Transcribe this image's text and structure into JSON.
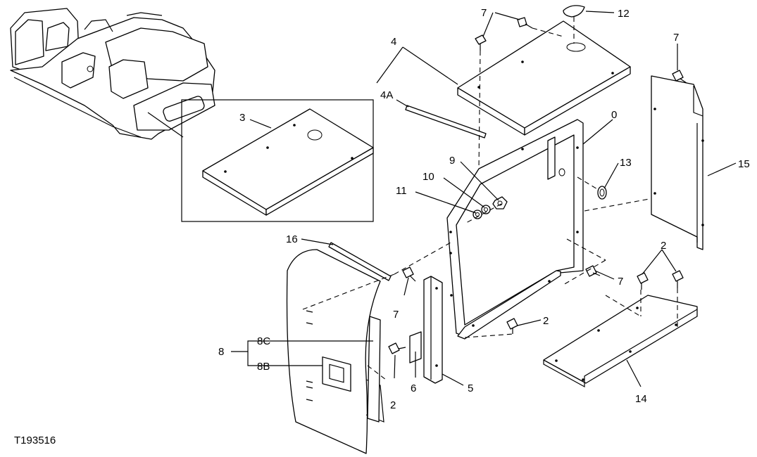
{
  "figure_id": "T193516",
  "callouts": {
    "c0": "0",
    "c2a": "2",
    "c2b": "2",
    "c2c": "2",
    "c3": "3",
    "c4": "4",
    "c4a": "4A",
    "c5": "5",
    "c6": "6",
    "c7a": "7",
    "c7b": "7",
    "c7c": "7",
    "c7d": "7",
    "c8": "8",
    "c8b": "8B",
    "c8c": "8C",
    "c9": "9",
    "c10": "10",
    "c11": "11",
    "c12": "12",
    "c13": "13",
    "c14": "14",
    "c15": "15",
    "c16": "16"
  }
}
